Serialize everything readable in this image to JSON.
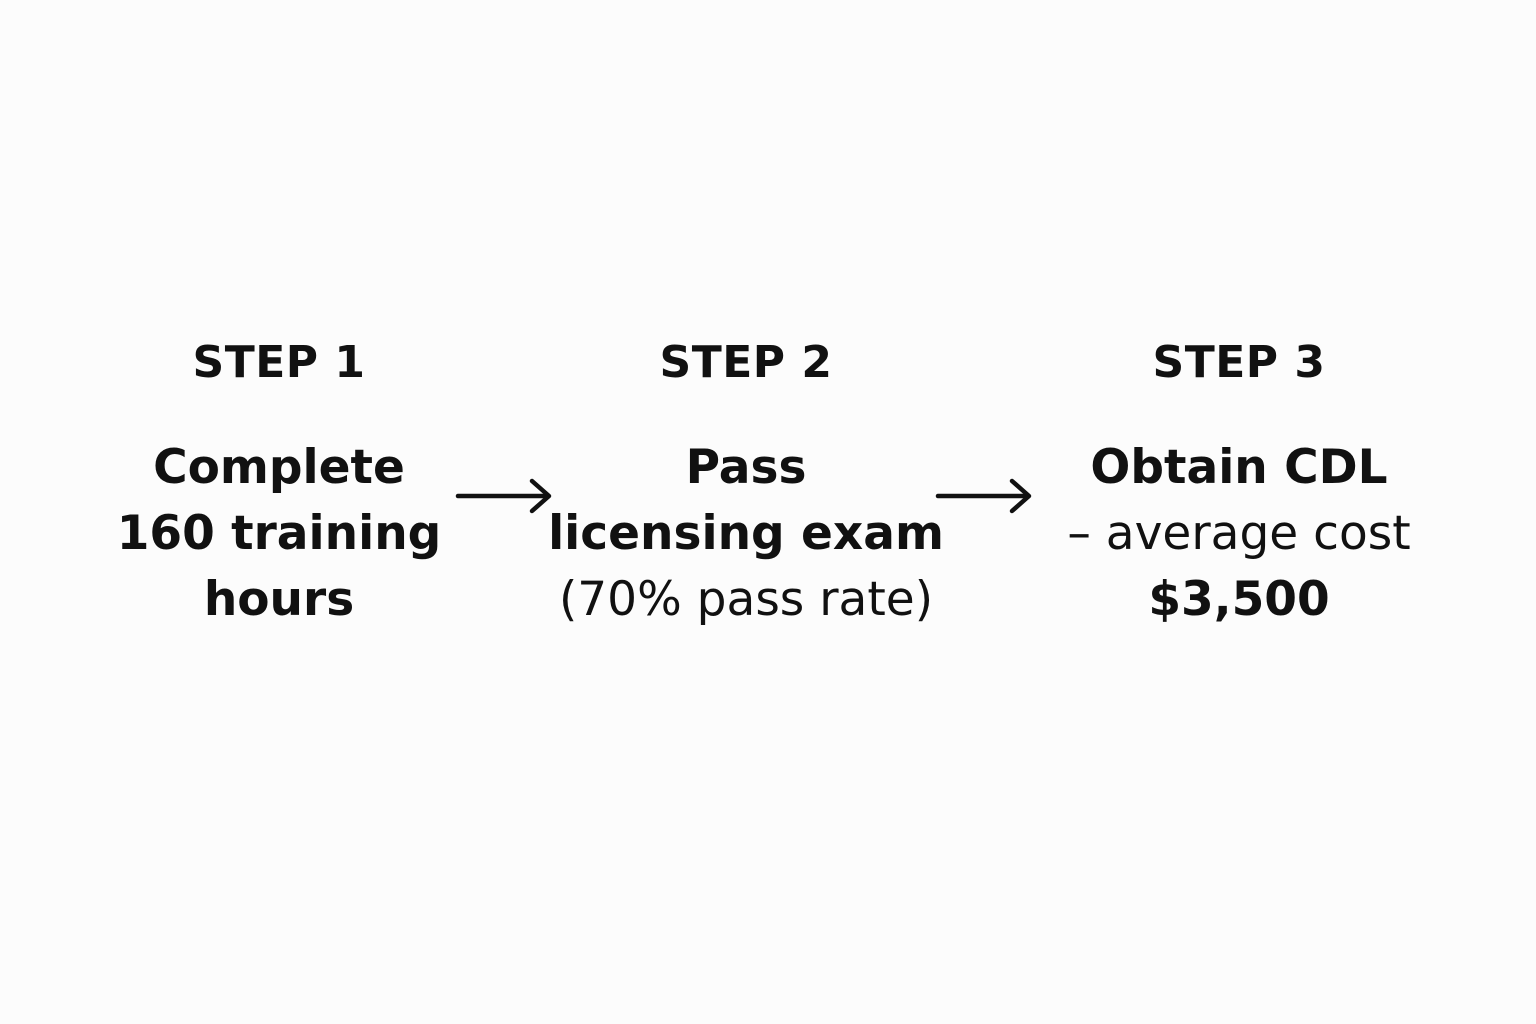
{
  "steps": [
    {
      "heading": "STEP 1",
      "line1": "Complete",
      "line2": "160 training",
      "line3": "hours"
    },
    {
      "heading": "STEP 2",
      "line1": "Pass",
      "line2": "licensing exam",
      "line3": "(70% pass rate)"
    },
    {
      "heading": "STEP 3",
      "line1": "Obtain CDL",
      "line2": "– average cost",
      "line3": "$3,500"
    }
  ],
  "icons": {
    "arrow": "right-arrow-icon"
  },
  "colors": {
    "text": "#111111",
    "background": "#fcfcfc"
  }
}
